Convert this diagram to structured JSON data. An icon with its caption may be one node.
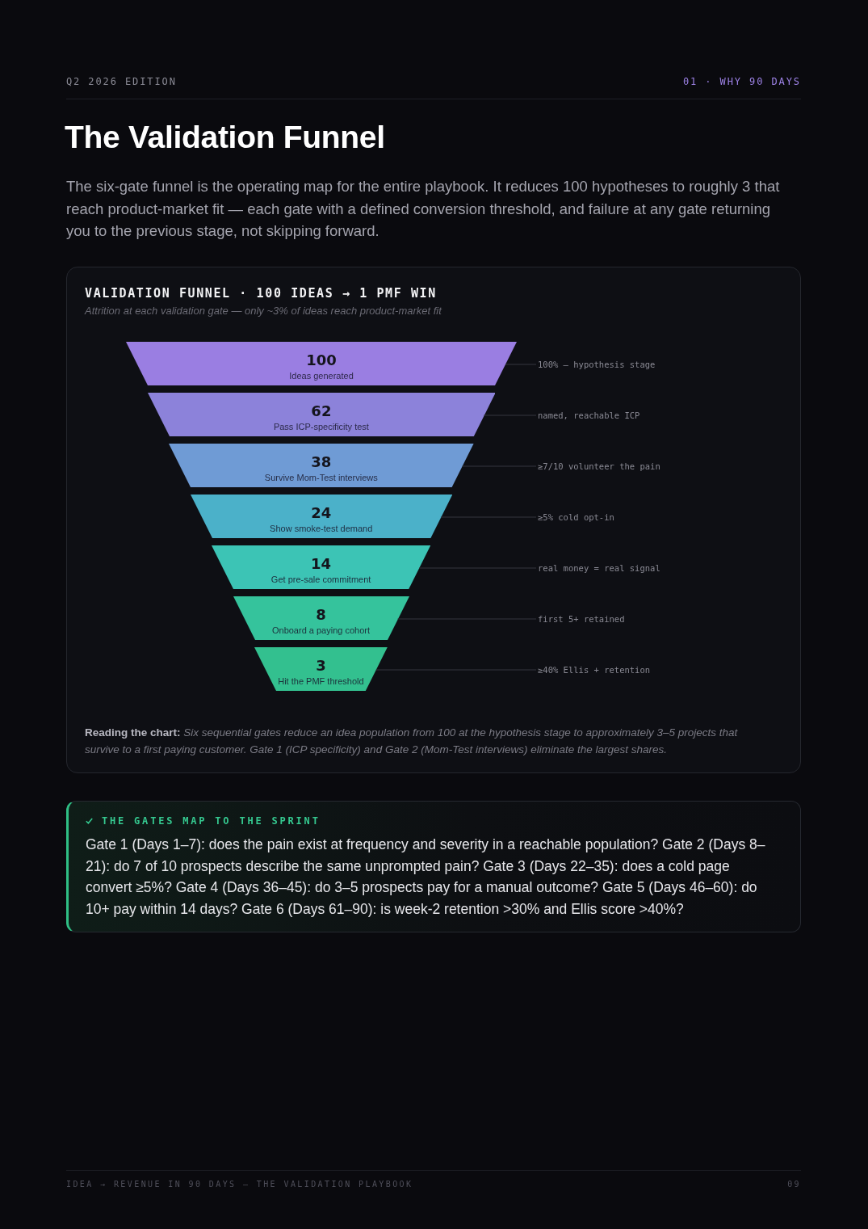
{
  "diagram": {
    "title": "The Validation Funnel",
    "nodes": [
      {
        "text": [
          "VALIDATION FUNNEL · 100 IDEAS → 1 PMF WIN",
          "Attrition at each validation gate — only ~3% of ideas reach product-market fit",
          "**Reading the chart:** *Six sequential gates reduce an idea population from 100 at the hypothesis stage to approximately 3–5 projects that survive to a first paying customer. Gate 1 (ICP specificity) and Gate 2 (Mom-Test interviews) eliminate the largest shares.*"
        ]
      },
      {
        "text": [
          "100",
          "Ideas generated"
        ],
        "in": 0
      },
      {
        "text": [
          "100% — hypothesis stage"
        ],
        "in": 0
      },
      {
        "text": [
          "62",
          "Pass ICP-specificity test"
        ],
        "in": 0
      },
      {
        "text": [
          "named, reachable ICP"
        ],
        "in": 0
      },
      {
        "text": [
          "38",
          "Survive Mom-Test interviews"
        ],
        "in": 0
      },
      {
        "text": [
          "≥7/10 volunteer the pain"
        ],
        "in": 0
      },
      {
        "text": [
          "24",
          "Show smoke-test demand"
        ],
        "in": 0
      },
      {
        "text": [
          "≥5% cold opt-in"
        ],
        "in": 0
      },
      {
        "text": [
          "14",
          "Get pre-sale commitment"
        ],
        "in": 0
      },
      {
        "text": [
          "real money = real signal"
        ],
        "in": 0
      },
      {
        "text": [
          "8",
          "Onboard a paying cohort"
        ],
        "in": 0
      },
      {
        "text": [
          "first 5+ retained"
        ],
        "in": 0
      },
      {
        "text": [
          "3",
          "Hit the PMF threshold"
        ],
        "in": 0
      },
      {
        "text": [
          "≥40% Ellis + retention"
        ],
        "in": 0
      },
      {
        "text": [
          "THE GATES MAP TO THE SPRINT",
          "Gate 1 (Days 1–7): does the pain exist at frequency and severity in a reachable population? Gate 2 (Days 8–21): do 7 of 10 prospects describe the same unprompted pain? Gate 3 (Days 22–35): does a cold page convert ≥5%? Gate 4 (Days 36–45): do 3–5 prospects pay for a manual outcome? Gate 5 (Days 46–60): do 10+ pay within 14 days? Gate 6 (Days 61–90): is week-2 retention >30% and Ellis score >40%?"
        ]
      }
    ],
    "edges": [
      {
        "from": 2,
        "to": 1,
        "arrow": "none"
      },
      {
        "from": 4,
        "to": 3,
        "arrow": "none"
      },
      {
        "from": 6,
        "to": 5,
        "arrow": "none"
      },
      {
        "from": 8,
        "to": 7,
        "arrow": "none"
      },
      {
        "from": 10,
        "to": 9,
        "arrow": "none"
      },
      {
        "from": 12,
        "to": 11,
        "arrow": "none"
      },
      {
        "from": 14,
        "to": 13,
        "arrow": "none"
      }
    ],
    "labels": [
      "Q2 2026 EDITION",
      "01 · WHY 90 DAYS",
      "The six-gate funnel is the operating map for the entire playbook. It reduces 100 hypotheses to roughly 3 that reach product-market fit — each gate with a defined conversion threshold, and failure at any gate returning you to the previous stage, not skipping forward.",
      "IDEA → REVENUE IN 90 DAYS — THE VALIDATION PLAYBOOK",
      "09"
    ]
  }
}
